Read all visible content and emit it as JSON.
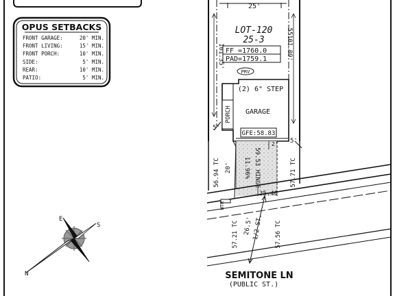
{
  "setbacks": {
    "title": "OPUS SETBACKS",
    "rows": [
      {
        "label": "FRONT GARAGE:",
        "value": "20' MIN."
      },
      {
        "label": "FRONT LIVING:",
        "value": "15' MIN."
      },
      {
        "label": "FRONT PORCH:",
        "value": "10' MIN."
      },
      {
        "label": "SIDE:",
        "value": "5' MIN."
      },
      {
        "label": "REAR:",
        "value": "10' MIN."
      },
      {
        "label": "PATIO:",
        "value": "5' MIN."
      }
    ]
  },
  "lot": {
    "name": "LOT-120",
    "block": "25-3",
    "ff": "FF =1760.0",
    "pad": "PAD=1759.1",
    "prv": "PRV",
    "width_top": "25'",
    "left_depth": "101.35'",
    "right_depth": "101.09'",
    "step": "(2) 6\" STEP",
    "garage": "GARAGE",
    "porch": "PORCH",
    "gfe": "GFE:58.83",
    "side_left": "5'",
    "side_right": "5'",
    "dim_20": "20'",
    "dim_2": "2'",
    "slope": "11.96%",
    "hinge": "59.53 HINGE",
    "tc_left": "56.94 TC",
    "tc_right": "57.71 TC",
    "top_right_num": "55",
    "wtr": "WTR"
  },
  "street": {
    "name": "SEMITONE LN",
    "type": "(PUBLIC ST.)",
    "elev": "35.40",
    "width": "26.5'",
    "half": "1/2 ST.",
    "tc_left": "57.21 TC",
    "tc_right": "57.56 TC"
  },
  "compass": {
    "n": "N",
    "e": "E",
    "s": "S"
  },
  "colors": {
    "ink": "#111111",
    "paper": "#ffffff",
    "hatch": "#b8b8b8"
  }
}
